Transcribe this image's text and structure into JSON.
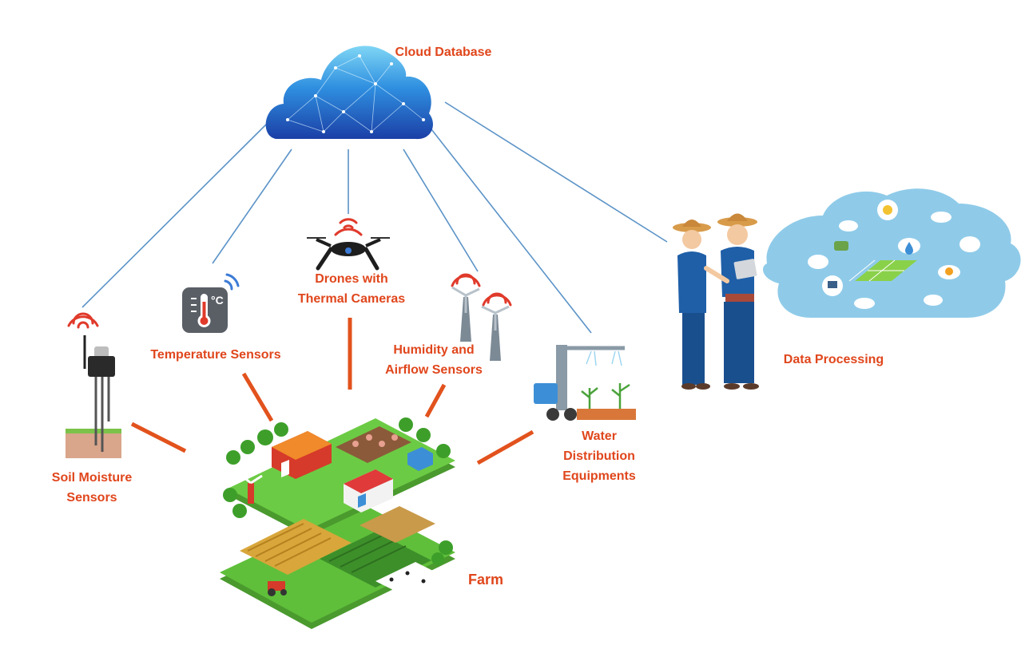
{
  "diagram": {
    "nodes": {
      "cloud": {
        "label": "Cloud Database",
        "icon": "cloud-network-icon"
      },
      "drones": {
        "label_lines": [
          "Drones with",
          "Thermal Cameras"
        ],
        "icon": "drone-icon"
      },
      "temperature": {
        "label": "Temperature Sensors",
        "icon": "thermometer-icon"
      },
      "humidity": {
        "label_lines": [
          "Humidity and",
          "Airflow Sensors"
        ],
        "icon": "wind-turbine-icon"
      },
      "soil": {
        "label_lines": [
          "Soil Moisture",
          "Sensors"
        ],
        "icon": "soil-sensor-icon"
      },
      "water": {
        "label_lines": [
          "Water",
          "Distribution",
          "Equipments"
        ],
        "icon": "irrigation-robot-icon"
      },
      "processing": {
        "label": "Data Processing",
        "icon": "farmers-tablet-icon"
      },
      "farm": {
        "label": "Farm",
        "icon": "isometric-farm-icon"
      }
    },
    "colors": {
      "label": "#e0461c",
      "cloud_link": "#5b93c7",
      "farm_link": "#e2521d",
      "wifi": "#e03a2b",
      "cloud_fill": "#2f6fd0",
      "sky_panel": "#8fcbe9",
      "farmer_uniform": "#1f5fa8",
      "grass": "#5fbf3a"
    }
  }
}
